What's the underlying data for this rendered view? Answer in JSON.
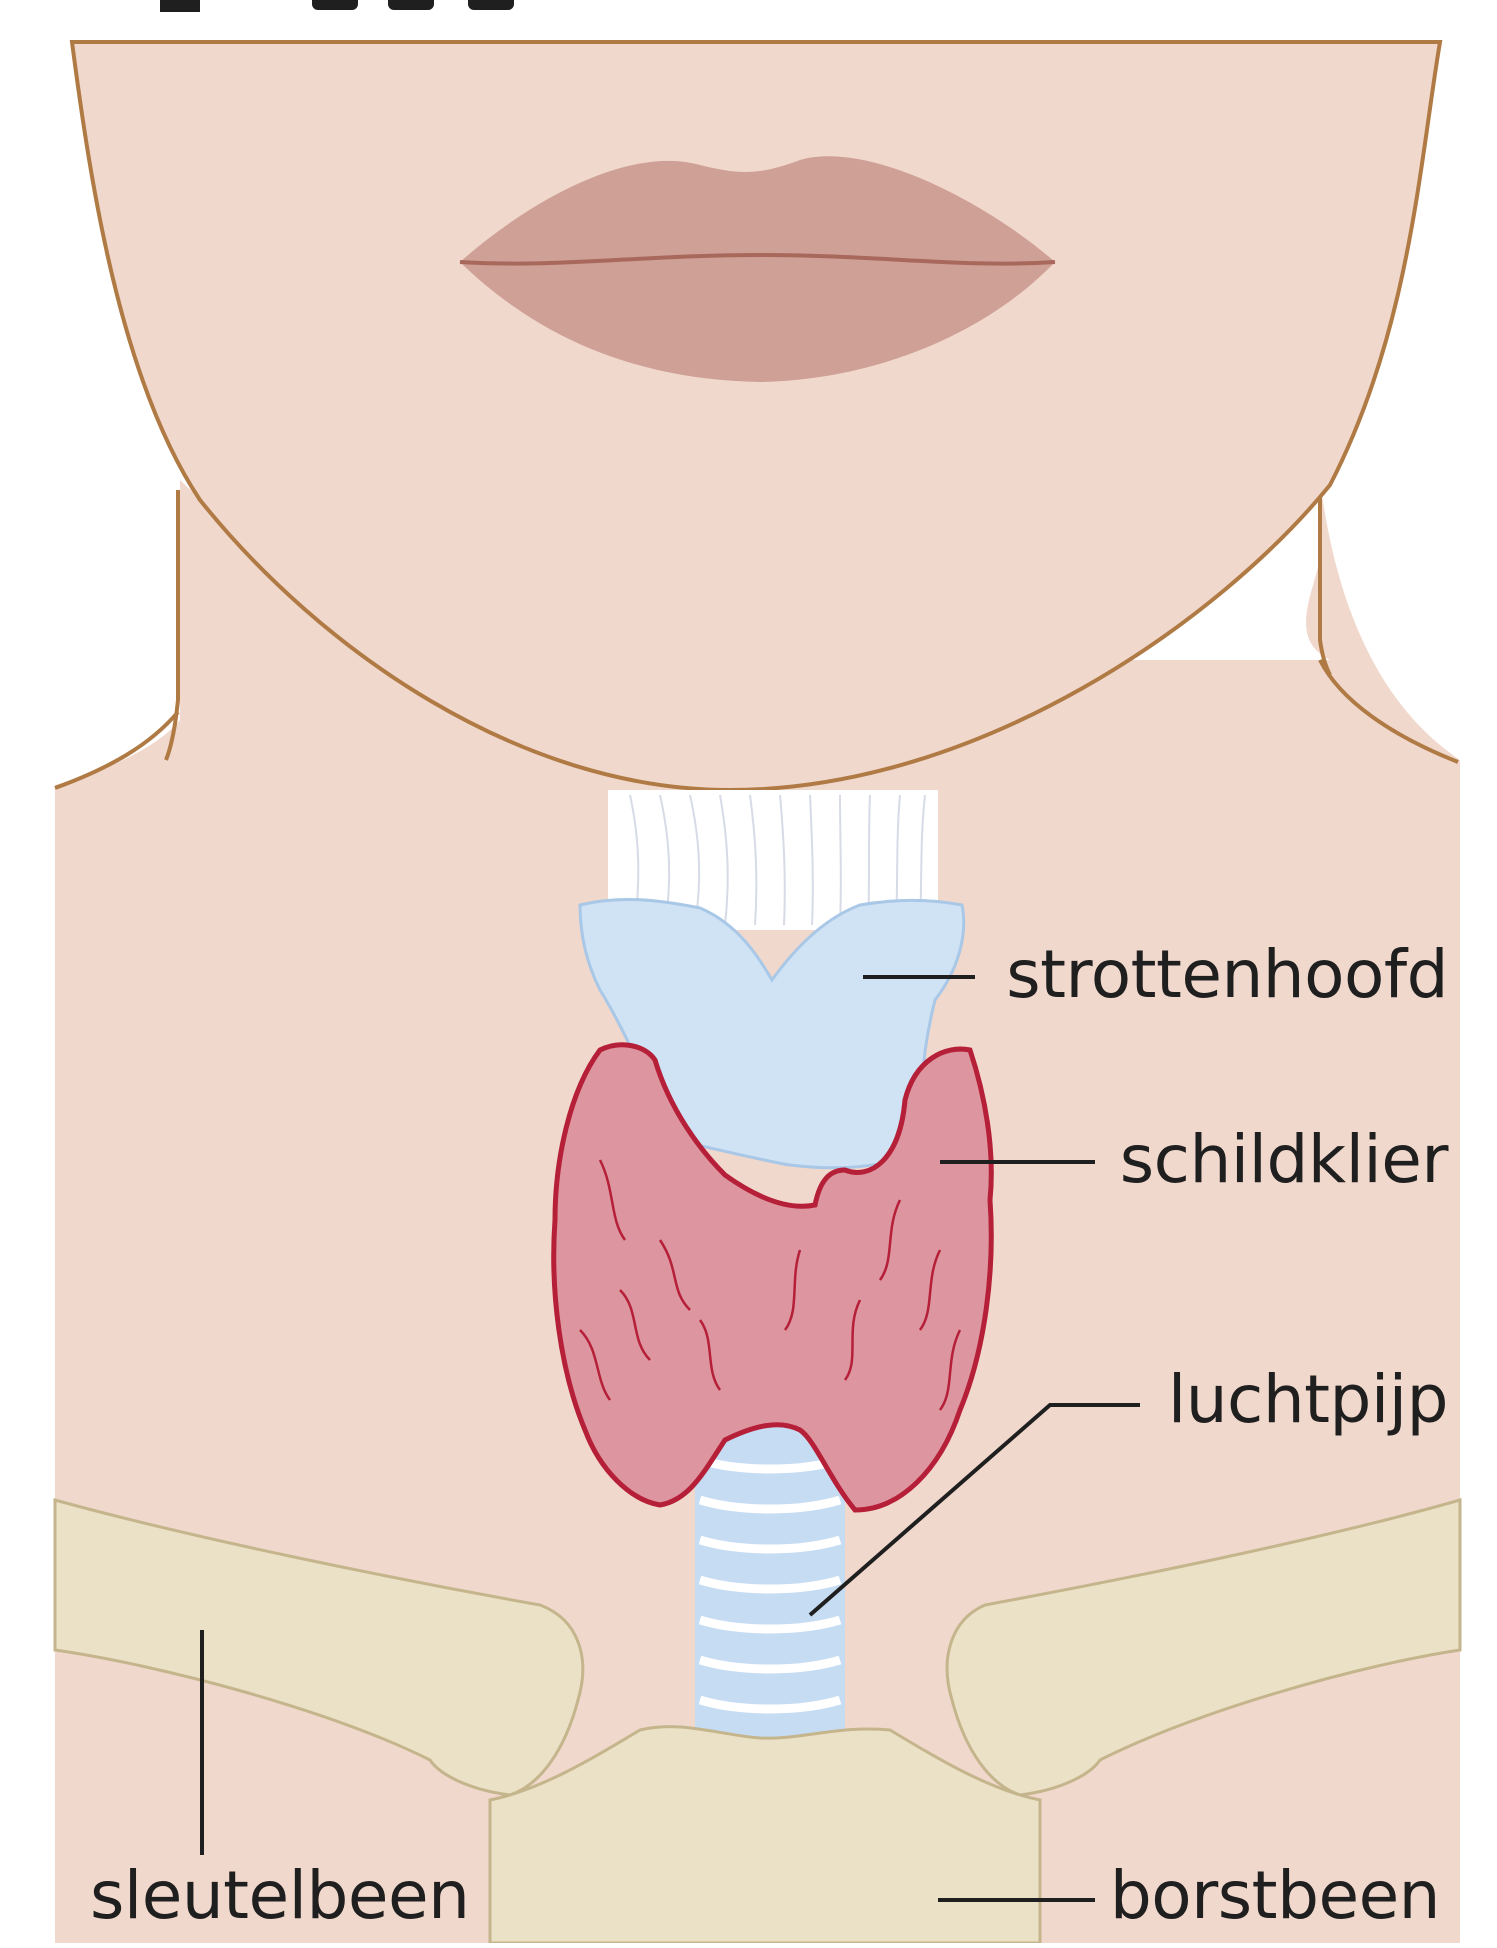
{
  "diagram": {
    "title_partial": "Ligging",
    "labels": {
      "larynx": "strottenhoofd",
      "thyroid": "schildklier",
      "trachea": "luchtpijp",
      "clavicle": "sleutelbeen",
      "sternum": "borstbeen"
    },
    "colors": {
      "skin": "#f1d8cc",
      "skin_outline": "#b07a45",
      "lips": "#cfa096",
      "lip_line": "#a9685c",
      "larynx_cartilage": "#cfe3f5",
      "larynx_outline": "#a9c7e6",
      "thyroid": "#dd959f",
      "thyroid_outline": "#b51f38",
      "trachea_rings": "#c6dcf2",
      "bone": "#ebe1c6",
      "bone_outline": "#c5b58c",
      "label_text": "#1f1f1f"
    }
  }
}
